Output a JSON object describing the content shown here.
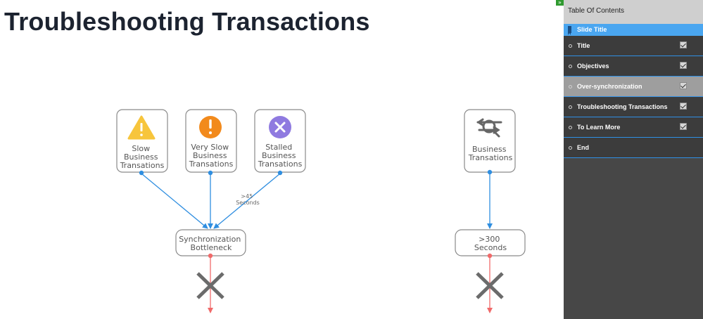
{
  "slide": {
    "title": "Troubleshooting Transactions",
    "diagram": {
      "left_nodes": [
        {
          "lines": [
            "Slow",
            "Business",
            "Transations"
          ],
          "icon": "warning-icon",
          "color": "#f7c53c"
        },
        {
          "lines": [
            "Very Slow",
            "Business",
            "Transations"
          ],
          "icon": "exclamation-icon",
          "color": "#f28a1c"
        },
        {
          "lines": [
            "Stalled",
            "Business",
            "Transations"
          ],
          "icon": "x-circle-icon",
          "color": "#8f7ae0"
        }
      ],
      "annotation": [
        ">45",
        "Seconds"
      ],
      "left_target": [
        "Synchronization",
        "Bottleneck"
      ],
      "right_node": {
        "lines": [
          "Business",
          "Transations"
        ],
        "icon": "search-transfer-icon"
      },
      "right_target": [
        ">300",
        "Seconds"
      ],
      "arrow_color": "#2f8ee0",
      "fail_color": "#f06a6a"
    }
  },
  "toc": {
    "header": "Table Of Contents",
    "slide_title_label": "Slide Title",
    "items": [
      {
        "label": "Title",
        "checked": true,
        "active": false
      },
      {
        "label": "Objectives",
        "checked": true,
        "active": false
      },
      {
        "label": "Over-synchronization",
        "checked": true,
        "active": true
      },
      {
        "label": "Troubleshooting Transactions",
        "checked": true,
        "active": false
      },
      {
        "label": "To Learn More",
        "checked": true,
        "active": false
      },
      {
        "label": "End",
        "checked": false,
        "active": false
      }
    ]
  }
}
